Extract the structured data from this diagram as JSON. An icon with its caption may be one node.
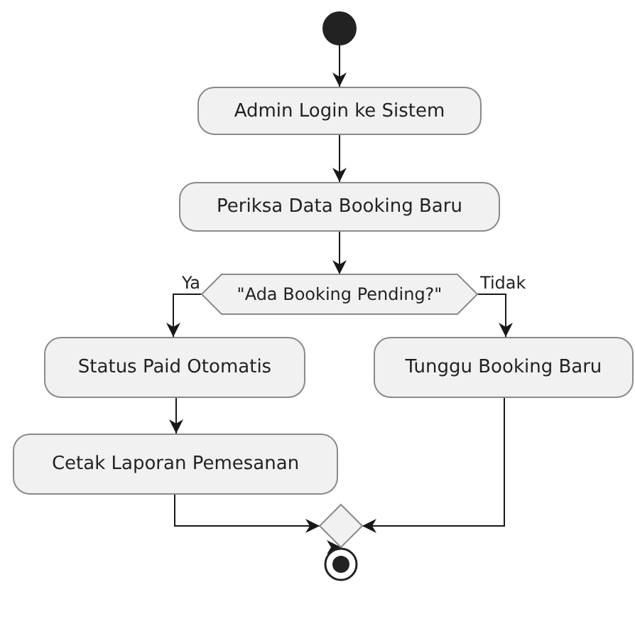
{
  "diagram": {
    "nodes": [
      {
        "text": [],
        "shape": "circle"
      },
      {
        "text": [
          "Admin Login ke Sistem"
        ]
      },
      {
        "text": [
          "Periksa Data Booking Baru"
        ]
      },
      {
        "text": [
          "\"Ada Booking Pending?\""
        ]
      },
      {
        "text": [
          "Status Paid Otomatis"
        ]
      },
      {
        "text": [
          "Tunggu Booking Baru"
        ]
      },
      {
        "text": [
          "Cetak Laporan Pemesanan"
        ]
      },
      {
        "text": [],
        "shape": "diamond"
      },
      {
        "text": [],
        "shape": "circle"
      }
    ],
    "edges": [
      {
        "from": 0,
        "to": 1,
        "arrow": "to"
      },
      {
        "from": 1,
        "to": 2,
        "arrow": "to"
      },
      {
        "from": 2,
        "to": 3,
        "arrow": "to"
      },
      {
        "from": 3,
        "to": 4,
        "arrow": "to",
        "label": "Ya"
      },
      {
        "from": 3,
        "to": 5,
        "arrow": "to",
        "label": "Tidak"
      },
      {
        "from": 4,
        "to": 6,
        "arrow": "to"
      },
      {
        "from": 6,
        "to": 7,
        "arrow": "to"
      },
      {
        "from": 5,
        "to": 7,
        "arrow": "to"
      },
      {
        "from": 7,
        "to": 8,
        "arrow": "to"
      }
    ]
  }
}
